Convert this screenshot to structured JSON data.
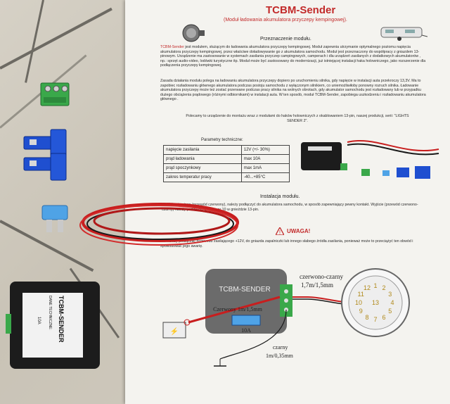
{
  "sheet": {
    "title": "TCBM-Sender",
    "subtitle": "(Moduł ładowania akumulatora przyczepy kempingowej).",
    "purpose_heading": "Przeznaczenie modułu.",
    "intro_lead": "TCBM-Sender",
    "intro": "jest modułem, służącym do ładowania akumulatora przyczepy kempingowej. Moduł zapewnia utrzymanie optymalnego poziomu napięcia akumulatora przyczepy kempingowej, przez właściwe doładowywanie go z akumulatora samochodu. Moduł jest przeznaczony do współpracy z gniazdem 13-pinowym. Urządzenie ma zastosowanie w systemach zasilania przyczep campingowych, camperach i dla urządzeń zasilanych z dodatkowych akumulatorów , np.: sprzęt audio-video, lodówki turystyczne itp. Moduł może być zastosowany do modernizacji, już istniejącej instalacji haka holowniczego, jako rozszerzenie dla podłączenia przyczepy kempingowej.",
    "principle": "Zasada działania modułu polega na ładowaniu akumulatora przyczepy dopiero po uruchomieniu silnika, gdy napięcie w instalacji auta przekroczy 13,3V. Ma to zapobiec rozładowaniu głównego akumulatora podczas postoju samochodu z wyłączonym silnikiem, co uniemożliwiłoby ponowny rozruch silnika. Ładowanie akumulatora przyczepy może też zostać przerwane podczas pracy silnika na wolnych obrotach, gdy akumulator samochodu jest rozładowany lub w przypadku dużego obciążenia prądowego (różnymi odbiornikami) w instalacji auta. W ten sposób, moduł TCBM-Sender, zapobiega uszkodzeniu i rozładowaniu akumulatora głównego .",
    "recommend": "Polecamy   to urządzenie do montażu wraz z modułami do haków holowniczych z okablowaniem 13-pin, naszej produkcji, serii: \"LIGHTS SENDER 2\".",
    "spec_heading": "Parametry techniczne:",
    "specs": [
      {
        "param": "napięcie zasilania",
        "value": "12V (+/- 30%)"
      },
      {
        "param": "prąd ładowania",
        "value": "max 10A"
      },
      {
        "param": "prąd spoczynkowy",
        "value": "max 1mA"
      },
      {
        "param": "zakres temperatur pracy",
        "value": "-40...+85°C"
      }
    ],
    "install_heading": "Instalacja modułu.",
    "install": "Wejście sterujące (przewód czerwony), należy podłączyć do akumulatora samochodu, w sposób zapewniający pewny kontakt. Wyjście (przewód czerwono-czarny) należy podłączyć do pinu nr 10 w gnieździe 13-pin.",
    "warning": "UWAGA!",
    "warning_text": "Nie należy podłączać przewodu zasilającego +12V, do gniazda zapalniczki lub innego słabego źródła zasilania, ponieważ może to przeciążyć ten obwód i spowodować jego awarię."
  },
  "diagram": {
    "module_label": "TCBM-SENDER",
    "red_wire": "Czerwony 1m/1,5mm",
    "fuse": "10A",
    "redblack_wire": "czerwono-czarny",
    "redblack_spec": "1,7m/1,5mm",
    "black_wire": "czarny",
    "black_spec": "1m/0,35mm",
    "pins": [
      "1",
      "2",
      "3",
      "4",
      "5",
      "6",
      "7",
      "8",
      "9",
      "10",
      "11",
      "12",
      "13"
    ]
  },
  "module_box": {
    "label": "TCBM-SENDER",
    "tech_label": "DANE TECHNICZNE:",
    "rating": "10A"
  },
  "colors": {
    "wire_red": "#c81e1e",
    "wire_black": "#1a1a1a",
    "connector_green": "#3aa84a",
    "connector_blue": "#1f4fd0",
    "fuse_blue": "#4fa3e6",
    "module_black": "#1c1c1c"
  }
}
